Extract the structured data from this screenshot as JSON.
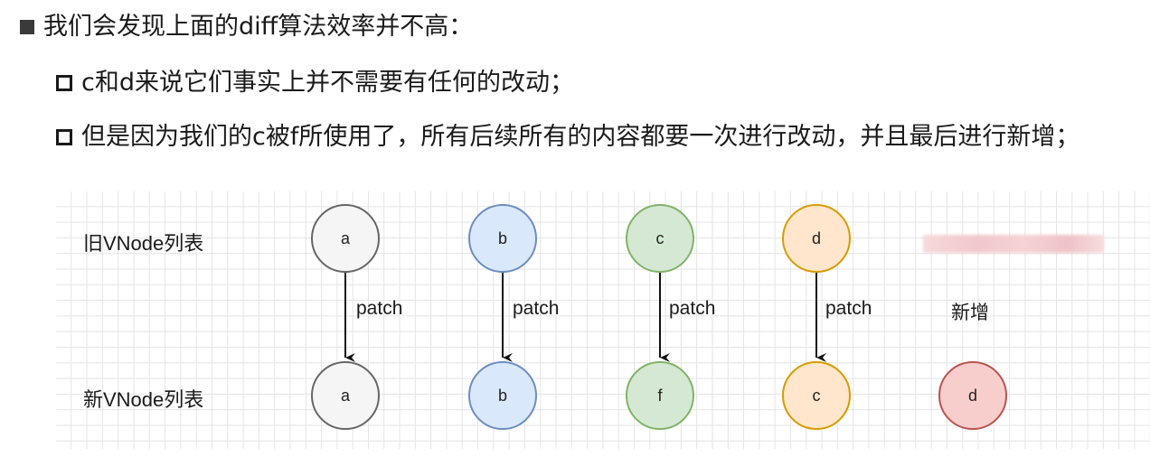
{
  "bullets": {
    "main": "我们会发现上面的diff算法效率并不高：",
    "sub1": "c和d来说它们事实上并不需要有任何的改动；",
    "sub2": "但是因为我们的c被f所使用了，所有后续所有的内容都要一次进行改动，并且最后进行新增；"
  },
  "diagram": {
    "old_label": "旧VNode列表",
    "new_label": "新VNode列表",
    "old_nodes": [
      {
        "text": "a",
        "color": "#f5f5f5"
      },
      {
        "text": "b",
        "color": "#dae8fc"
      },
      {
        "text": "c",
        "color": "#d5e8d4"
      },
      {
        "text": "d",
        "color": "#ffe6cc"
      }
    ],
    "new_nodes": [
      {
        "text": "a",
        "color": "#f5f5f5"
      },
      {
        "text": "b",
        "color": "#dae8fc"
      },
      {
        "text": "f",
        "color": "#d5e8d4"
      },
      {
        "text": "c",
        "color": "#ffe6cc"
      },
      {
        "text": "d",
        "color": "#f8cecc"
      }
    ],
    "patch_label": "patch",
    "add_label": "新增"
  }
}
